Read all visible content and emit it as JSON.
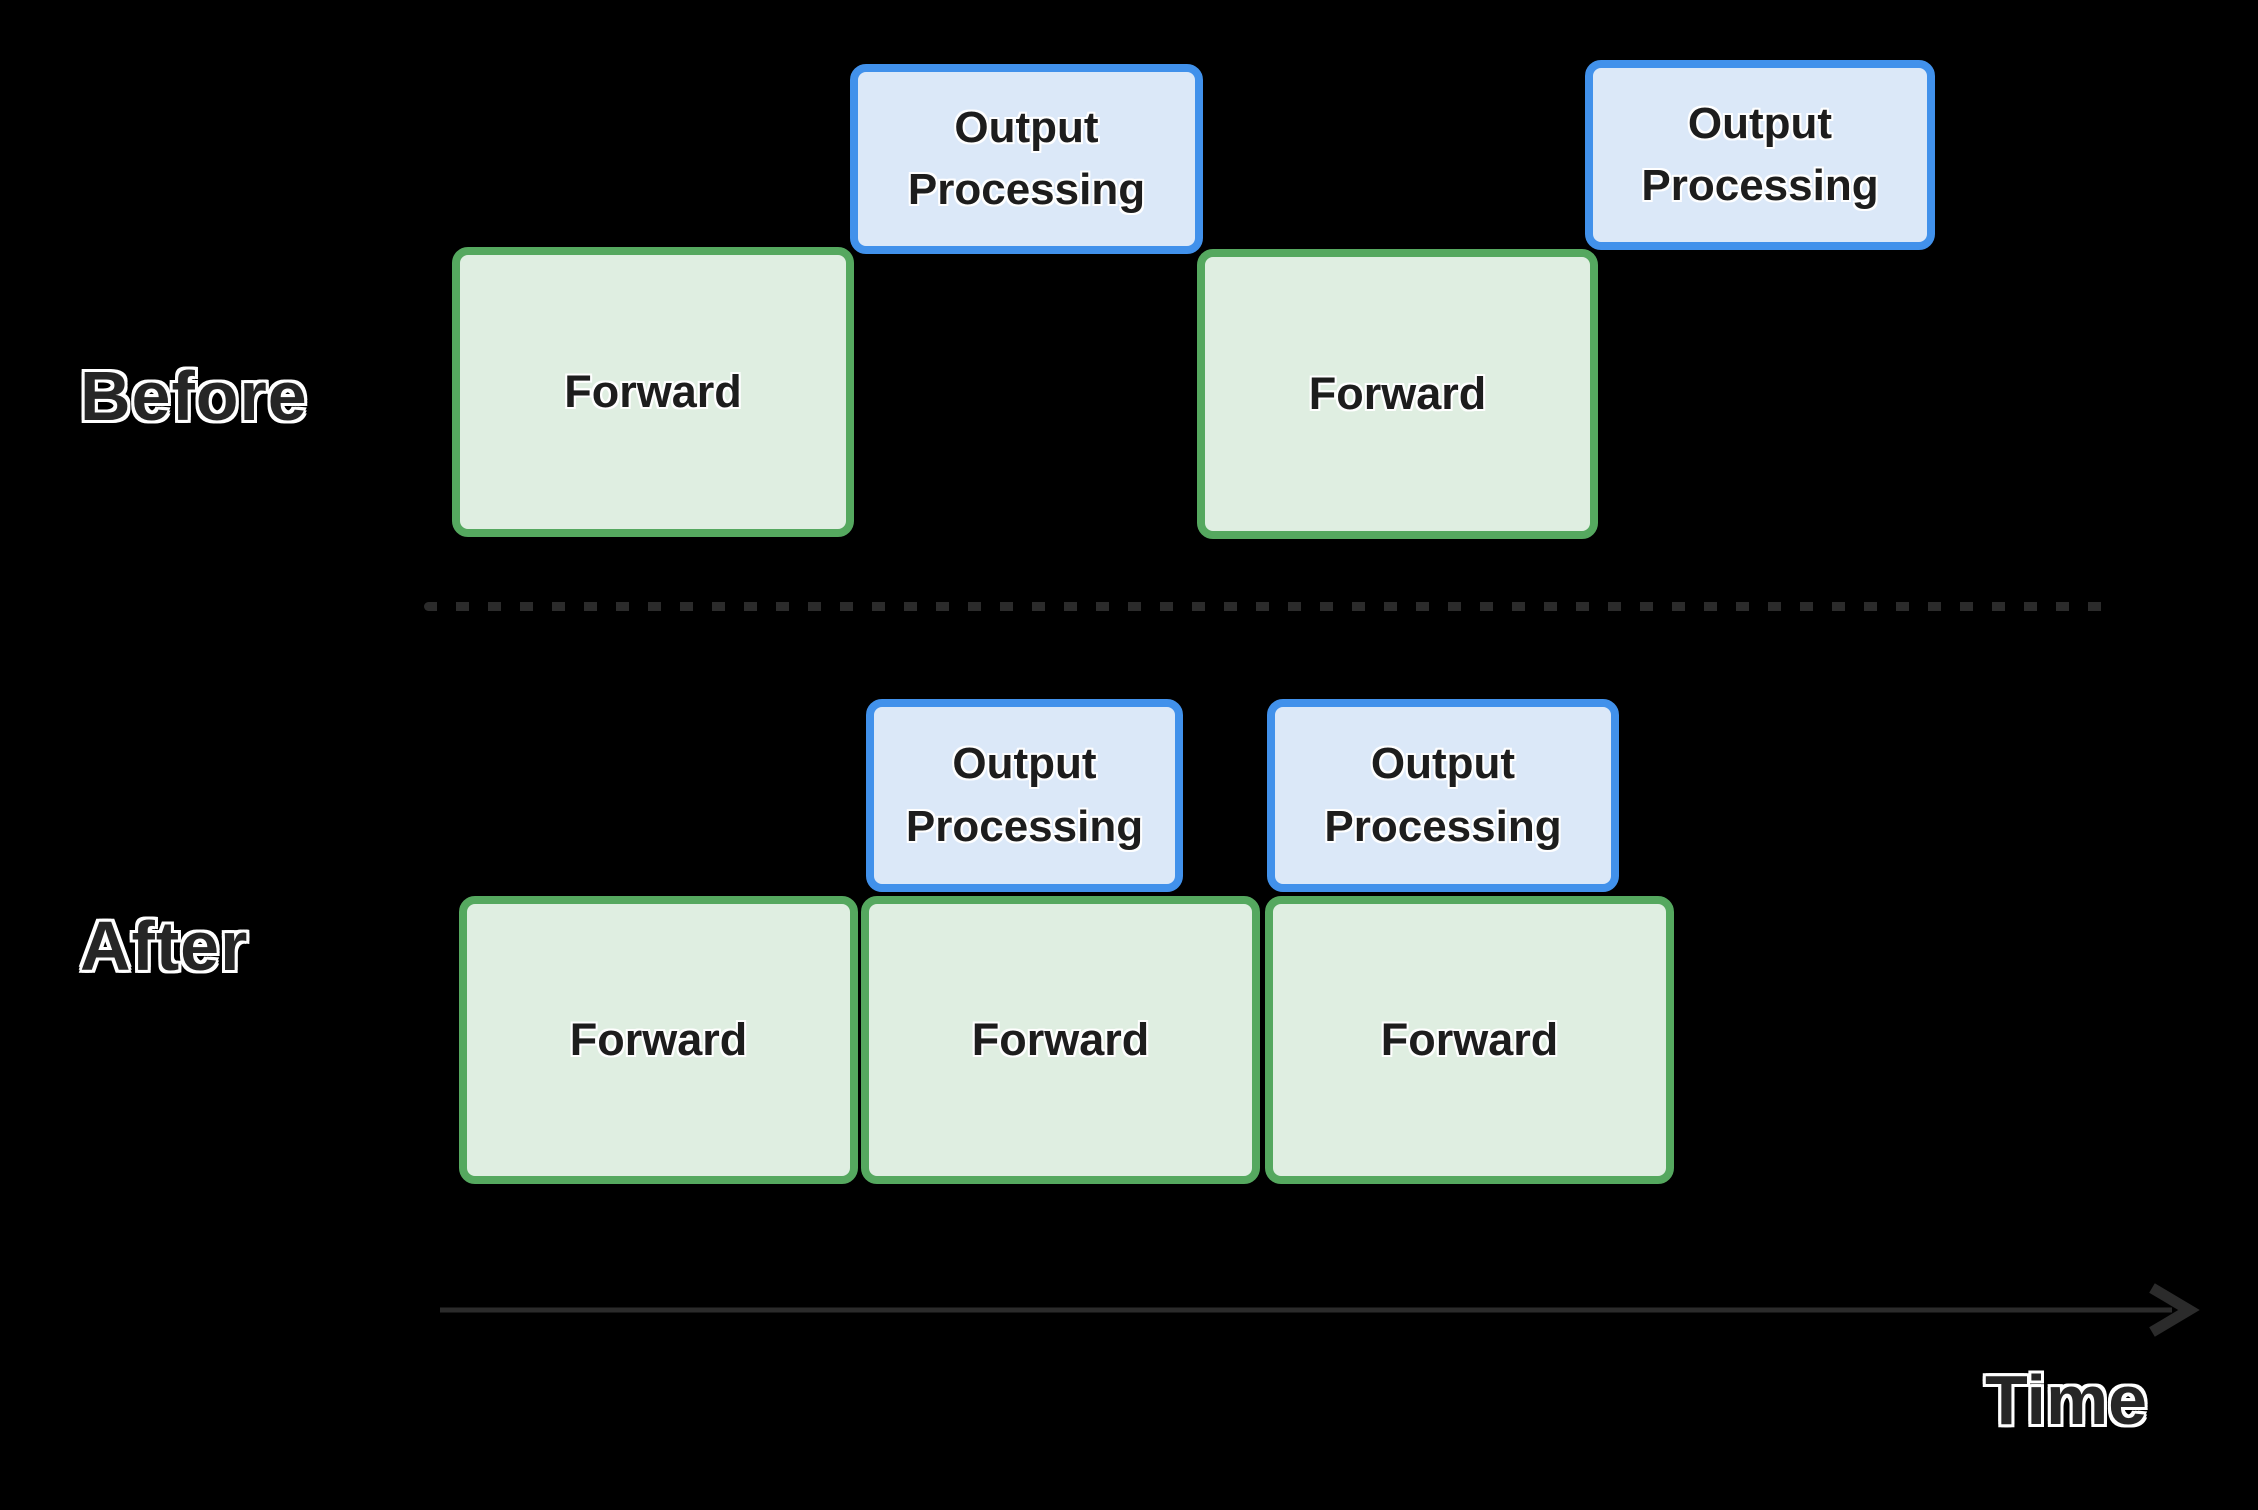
{
  "rows": {
    "before": {
      "label": "Before",
      "forward1": "Forward",
      "output1": "Output Processing",
      "forward2": "Forward",
      "output2": "Output Processing"
    },
    "after": {
      "label": "After",
      "forward1": "Forward",
      "forward2": "Forward",
      "forward3": "Forward",
      "output1": "Output Processing",
      "output2": "Output Processing"
    }
  },
  "axis": {
    "label": "Time"
  },
  "colors": {
    "background": "#000000",
    "forward_fill": "#dfeee1",
    "forward_border": "#55a85f",
    "output_fill": "#dbe8f8",
    "output_border": "#4191eb",
    "line": "#2b2b2b",
    "label_text": "#262626",
    "box_text": "#1d1d1d"
  }
}
